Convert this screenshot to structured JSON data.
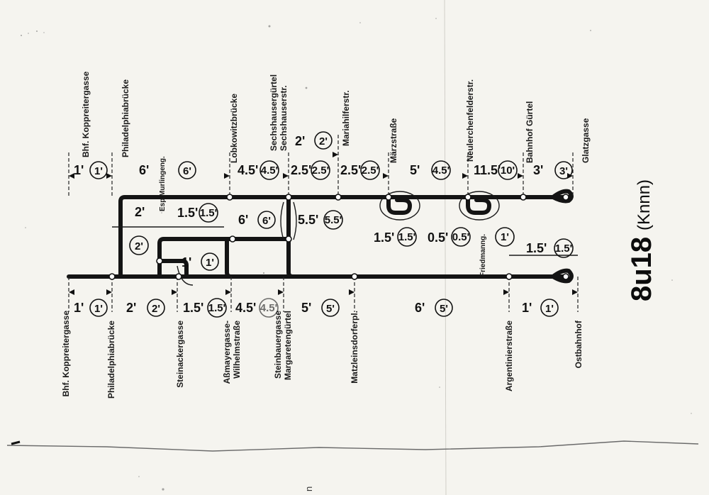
{
  "title": {
    "line": "8u18",
    "suffix": "(Knnn)"
  },
  "stops_top": [
    "Bhf. Koppreitergasse",
    "Philadelphiabrücke",
    "Lobkowitzbrücke",
    "Sechshausergürtel",
    "Sechshauserstr.",
    "Mariahilferstr.",
    "Märzstraße",
    "Neulerchenfelderstr.",
    "Bahnhof Gürtel",
    "Glatzgasse"
  ],
  "stops_bottom": [
    "Bhf. Koppreitergasse",
    "Philadelphiabrücke",
    "Steinackergasse",
    "Aßmayergasse-",
    "Wilhelmstraße",
    "Steinbauergasse",
    "Margaretengürtel",
    "Matzleinsdorferpl.",
    "Argentinierstraße",
    "Ostbahnhof"
  ],
  "inner_labels": {
    "esp": "Esp.Murlingeng.",
    "friedmann": "Friedmanng."
  },
  "times_top": [
    {
      "t": "1'",
      "c": "1'"
    },
    {
      "t": "6'",
      "c": "6'"
    },
    {
      "t": "4.5'",
      "c": "4.5'"
    },
    {
      "t": "2.5'",
      "c": "2.5'"
    },
    {
      "t": "2.5'",
      "c": "2.5'"
    },
    {
      "t": "5'",
      "c": "4.5'"
    },
    {
      "t": "11.5'",
      "c": "10'"
    },
    {
      "t": "3'",
      "c": "3'"
    }
  ],
  "times_top_upper": {
    "t": "2'",
    "c": "2'"
  },
  "times_mid": [
    {
      "t": "2'",
      "c": ""
    },
    {
      "t": "1.5'",
      "c": "1.5'"
    },
    {
      "t": "6'",
      "c": "6'"
    },
    {
      "t": "5.5'",
      "c": "5.5'"
    }
  ],
  "times_inner": [
    {
      "t": "",
      "c": "2'"
    },
    {
      "t": "1'",
      "c": "1'"
    }
  ],
  "times_loops": [
    {
      "t": "1.5'",
      "c": "1.5'"
    },
    {
      "t": "0.5'",
      "c": "0.5'"
    },
    {
      "t": "",
      "c": "1'"
    }
  ],
  "times_east": {
    "t": "1.5'",
    "c": "1.5'"
  },
  "times_bottom": [
    {
      "t": "1'",
      "c": "1'"
    },
    {
      "t": "2'",
      "c": "2'"
    },
    {
      "t": "1.5'",
      "c": "1.5'"
    },
    {
      "t": "4.5'",
      "c": "4.5'"
    },
    {
      "t": "5'",
      "c": "5'"
    },
    {
      "t": "6'",
      "c": "5'"
    },
    {
      "t": "1'",
      "c": "1'"
    }
  ],
  "footer_mark": "n"
}
